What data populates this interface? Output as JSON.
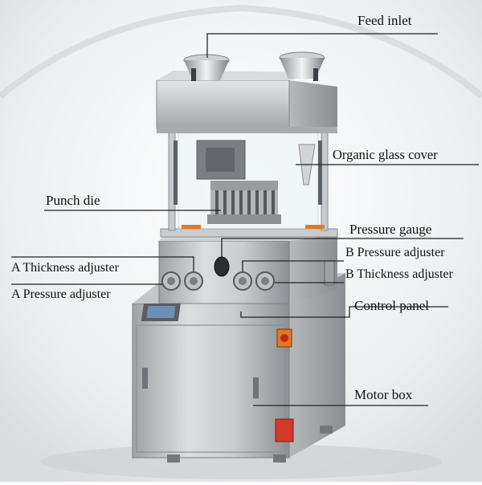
{
  "labels": {
    "feed_inlet": "Feed inlet",
    "organic_glass_cover": "Organic glass cover",
    "punch_die": "Punch die",
    "pressure_gauge": "Pressure gauge",
    "a_thickness_adjuster": "A Thickness adjuster",
    "b_pressure_adjuster": "B Pressure adjuster",
    "a_pressure_adjuster": "A Pressure adjuster",
    "b_thickness_adjuster": "B Thickness adjuster",
    "control_panel": "Control panel",
    "motor_box": "Motor box"
  },
  "colors": {
    "background": "#eef0f2",
    "steel_light": "#d6d7d8",
    "steel_mid": "#a9abae",
    "steel_dark": "#6f7276",
    "accent_red": "#d23a2a",
    "accent_orange": "#e07a1e",
    "leader_line": "#222222"
  },
  "icons": [
    "tablet-press-machine-illustration"
  ]
}
